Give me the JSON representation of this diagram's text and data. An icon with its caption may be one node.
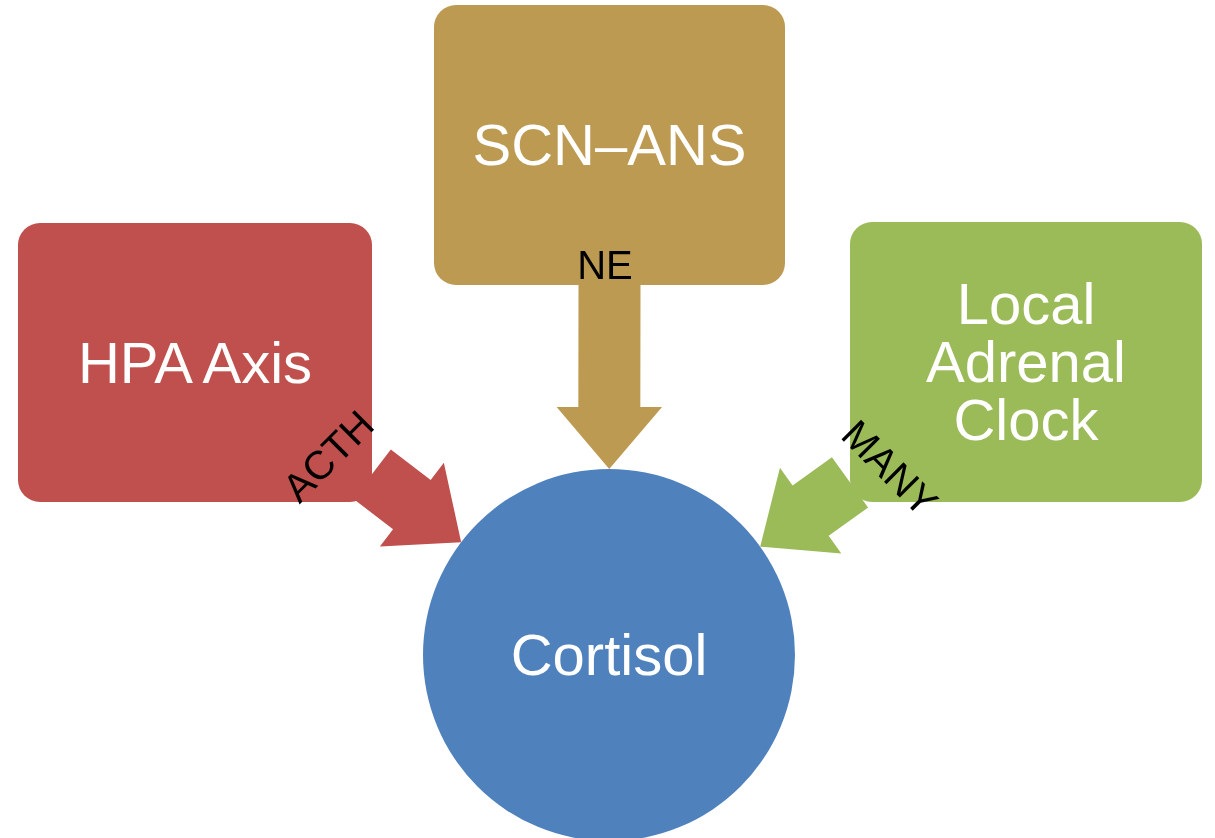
{
  "diagram": {
    "nodes": [
      {
        "text": [
          "HPA Axis"
        ]
      },
      {
        "text": [
          "SCN–ANS"
        ]
      },
      {
        "text": [
          "Local Adrenal Clock"
        ]
      },
      {
        "text": [
          "Cortisol"
        ]
      }
    ],
    "edges": [
      {
        "from": 0,
        "to": 3,
        "arrow": "to",
        "label": "ACTH",
        "style": "thick",
        "color": "#c0504d"
      },
      {
        "from": 1,
        "to": 3,
        "arrow": "to",
        "label": "NE",
        "style": "thick",
        "color": "#bd9a52"
      },
      {
        "from": 2,
        "to": 3,
        "arrow": "to",
        "label": "MANY",
        "style": "thick",
        "color": "#9bbb59"
      }
    ]
  }
}
